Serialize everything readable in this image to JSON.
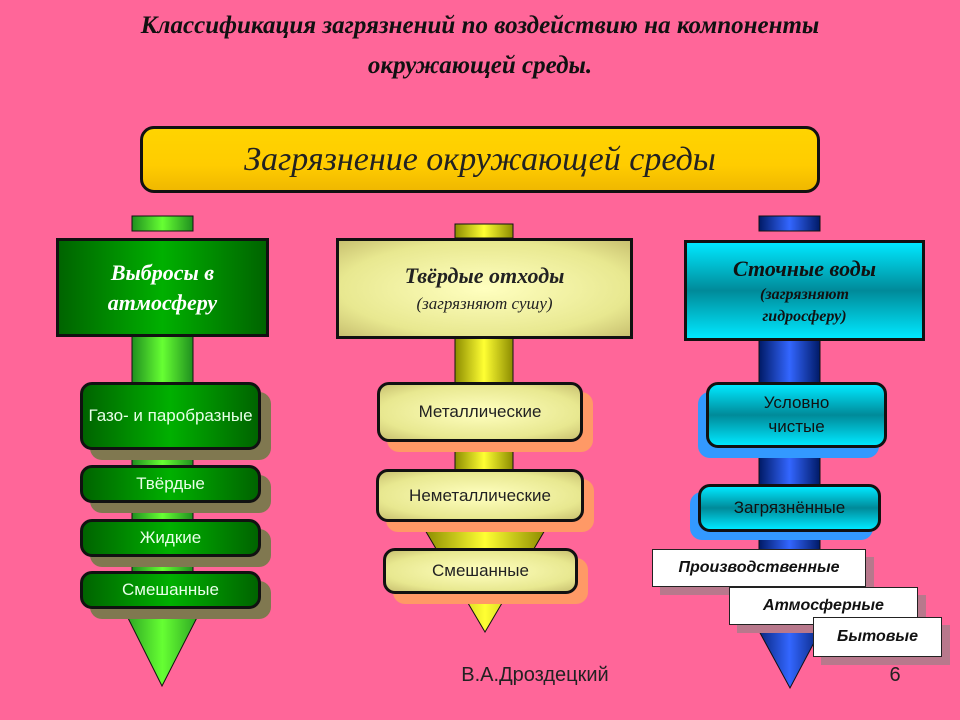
{
  "title": {
    "line1": "Классификация загрязнений по воздействию на компоненты",
    "line2": "окружающей среды."
  },
  "root": "Загрязнение окружающей среды",
  "columns": [
    {
      "head_line1": "Выбросы в",
      "head_line2": "атмосферу",
      "items": [
        "Газо- и паробразные",
        "Твёрдые",
        "Жидкие",
        "Смешанные"
      ]
    },
    {
      "head_line1": "Твёрдые отходы",
      "head_line2": "(загрязняют сушу)",
      "items": [
        "Металлические",
        "Неметаллические",
        "Смешанные"
      ]
    },
    {
      "head_line1": "Сточные воды",
      "head_line2": "(загрязняют гидросферу)",
      "items": [
        "Условно чистые",
        "Загрязнённые"
      ],
      "subtypes": [
        "Производственные",
        "Атмосферные",
        "Бытовые"
      ]
    }
  ],
  "footer": {
    "author": "В.А.Дроздецкий",
    "page": "6"
  },
  "colors": {
    "background": "#ff6699",
    "banner": "#ffcc00",
    "green": "#00a000",
    "yellow": "#ffff66",
    "cyan": "#00e8ff",
    "blue": "#0033aa"
  }
}
